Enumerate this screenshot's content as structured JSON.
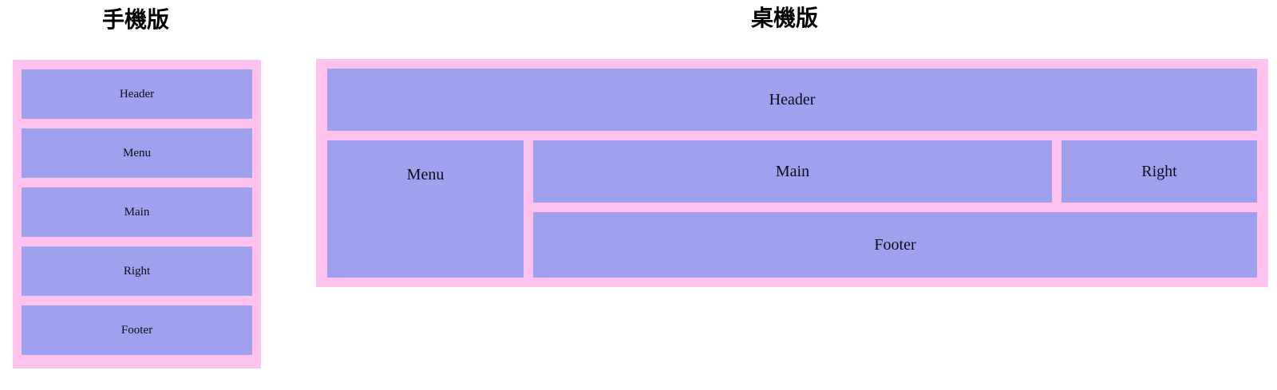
{
  "page": {
    "background_color": "#ffffff",
    "frame_color": "#ffc2ec",
    "block_color": "#9fa0ee",
    "text_color": "#0d0d17"
  },
  "sections": {
    "mobile": {
      "title": "手機版",
      "blocks": [
        {
          "label": "Header"
        },
        {
          "label": "Menu"
        },
        {
          "label": "Main"
        },
        {
          "label": "Right"
        },
        {
          "label": "Footer"
        }
      ]
    },
    "desktop": {
      "title": "桌機版",
      "blocks": [
        {
          "label": "Header"
        },
        {
          "label": "Menu"
        },
        {
          "label": "Main"
        },
        {
          "label": "Right"
        },
        {
          "label": "Footer"
        }
      ]
    }
  }
}
